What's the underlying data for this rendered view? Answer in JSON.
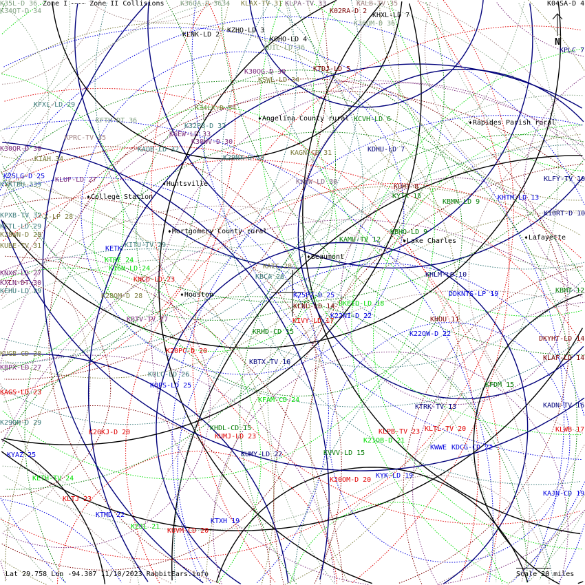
{
  "legend": {
    "zone1": "Zone I",
    "zone2": "Zone II",
    "collisions": "Collisions"
  },
  "north_label": "N",
  "footer": "Lat 29.758 Lon -94.307 11/10/2023 RabbitEars.info",
  "scale_label": "Scale 20 miles",
  "cities": [
    "Angelina County rural",
    "Rapides Parish rural",
    "Huntsville",
    "College Station",
    "Mortgomery County rural",
    "Lake Charles",
    "Lafayette",
    "Beaumont",
    "Houston"
  ],
  "stations": [
    "K35L-D 36",
    "K34QT-D 34",
    "K36QA-D 3634",
    "KLAX-TV 31",
    "KLPA-TV 33",
    "K02RA-D 2",
    "KALB-TV 35",
    "KHXL-LD 7",
    "K36QM-D 36",
    "K04SA-D 4",
    "KPLC 7",
    "KLNK-LD 2",
    "KZHO-LD 3",
    "KOHO-LD 4",
    "KUIL-LD 36",
    "KTDJ-LD 5",
    "K30OG-D 30",
    "KSWL-LD 34",
    "KFXL-LD 29",
    "KFTH-DT 36",
    "K34LK-D 34",
    "KCVH-LD 6",
    "K32PB-D 32",
    "KGEW-LD 33",
    "K30WV-D 30",
    "KPRC-TV 35",
    "K30QR-D 30",
    "KAOB-LD 32",
    "KDHU-LD 7",
    "KAGN-CD 31",
    "KIAH 34",
    "K29NX-D 29",
    "K25LG-D 25",
    "KLUF-LD 27",
    "KYKTBU 339",
    "KXKW-LD 30",
    "KUHT 8",
    "KYTX 15",
    "KLFY-TV 10",
    "KBMN-LD 9",
    "KHTM-LD 13",
    "KPXB-TV 32",
    "X-LP 28",
    "K10RT-D 10",
    "KCTL-LD 29",
    "K28WN-D 28",
    "KBHO-LD 9",
    "KAMU-TV 12",
    "KUBE-TV 31",
    "KETK",
    "KITU-TV 29",
    "KTRE 24",
    "K16N-LD 24",
    "KATC 28",
    "KNXG-LD 27",
    "KBCA 26",
    "KNCD-LD 23",
    "KHLM-LD 10",
    "KXLN-DT 30",
    "KEHU-LD 29",
    "DDKNTS-LP 19",
    "K25PZ-D 25",
    "KBMT 12",
    "K28QM-D 28",
    "UKEID-LD 18",
    "KLNL-LD 14",
    "KBTV-TV 27",
    "K22NI-D 22",
    "KHOU 11",
    "KIVY-LD 17",
    "KRHD-CD 15",
    "K22OW-D 22",
    "DKYHT-LD 14",
    "K20PC-D 20",
    "KLAF-LD 14",
    "KUGB-CD 28",
    "KBTX-TV 16",
    "KBPX-LD 27",
    "KULC-LD 26",
    "KOPS-LD 25",
    "KFDM 15",
    "KAGS-LD 23",
    "KFAM-CD 24",
    "KTRK-TV 13",
    "KADN-TV 16",
    "K29OH-D 29",
    "K20KJ-D 20",
    "KHDL-CD 15",
    "KLPB-TV 23",
    "KLTL-TV 20",
    "KUMJ-LD 23",
    "KLWB 17",
    "K21OB-D 21",
    "KWWE",
    "KDCG-CD 22",
    "KYAZ 25",
    "KVVV-LD 15",
    "KUMY-LD 22",
    "KETH-TV 24",
    "K20OM-D 20",
    "KYK-LD 19",
    "KAJN-CD 19",
    "KLTJ 23",
    "KTMD 22",
    "KZJL 21",
    "KUVM-CD 20",
    "KTXH 19"
  ]
}
